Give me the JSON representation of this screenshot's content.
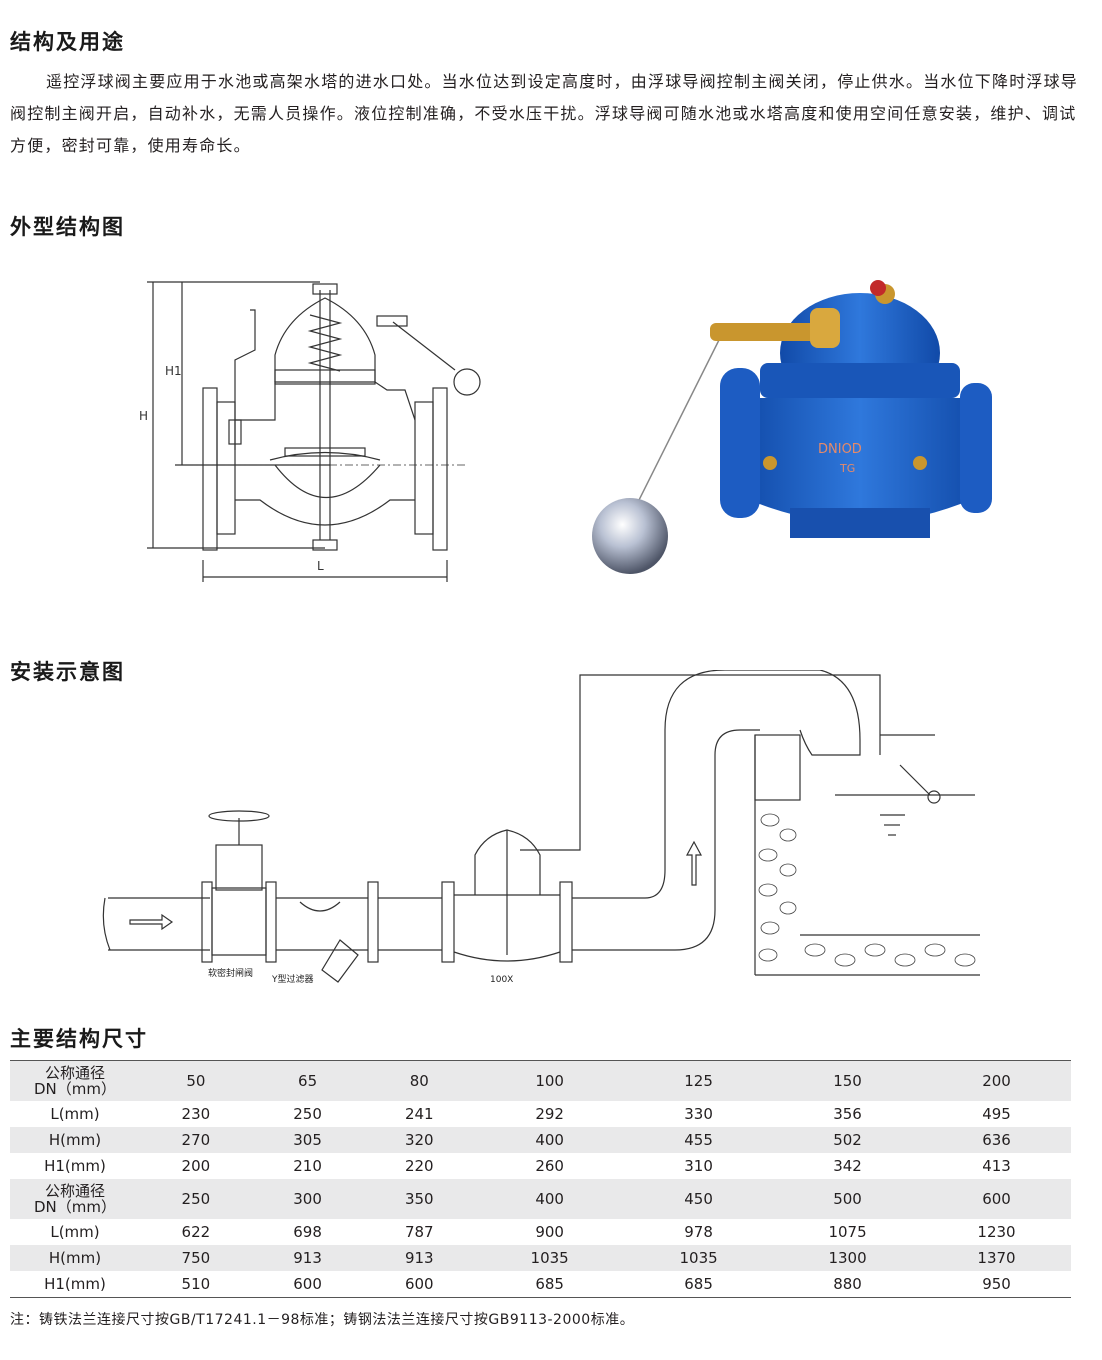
{
  "sections": {
    "purpose_title": "结构及用途",
    "purpose_text": "遥控浮球阀主要应用于水池或高架水塔的进水口处。当水位达到设定高度时，由浮球导阀控制主阀关闭，停止供水。当水位下降时浮球导阀控制主阀开启，自动补水，无需人员操作。液位控制准确，不受水压干扰。浮球导阀可随水池或水塔高度和使用空间任意安装，维护、调试方便，密封可靠，使用寿命长。",
    "structure_title": "外型结构图",
    "install_title": "安装示意图",
    "dims_title": "主要结构尺寸"
  },
  "drawing_labels": {
    "h": "H",
    "h1": "H1",
    "l": "L"
  },
  "photo_labels": {
    "brand": "DNIOD",
    "mark": "TG"
  },
  "install_labels": {
    "gate_valve": "软密封闸阀",
    "strainer": "Y型过滤器",
    "valve_model": "100X"
  },
  "table": {
    "rows": [
      {
        "label": "公称通径\nDN（mm）",
        "cells": [
          "50",
          "65",
          "80",
          "100",
          "125",
          "150",
          "200"
        ]
      },
      {
        "label": "L(mm)",
        "cells": [
          "230",
          "250",
          "241",
          "292",
          "330",
          "356",
          "495"
        ]
      },
      {
        "label": "H(mm)",
        "cells": [
          "270",
          "305",
          "320",
          "400",
          "455",
          "502",
          "636"
        ]
      },
      {
        "label": "H1(mm)",
        "cells": [
          "200",
          "210",
          "220",
          "260",
          "310",
          "342",
          "413"
        ]
      },
      {
        "label": "公称通径\nDN（mm）",
        "cells": [
          "250",
          "300",
          "350",
          "400",
          "450",
          "500",
          "600"
        ]
      },
      {
        "label": "L(mm)",
        "cells": [
          "622",
          "698",
          "787",
          "900",
          "978",
          "1075",
          "1230"
        ]
      },
      {
        "label": "H(mm)",
        "cells": [
          "750",
          "913",
          "913",
          "1035",
          "1035",
          "1300",
          "1370"
        ]
      },
      {
        "label": "H1(mm)",
        "cells": [
          "510",
          "600",
          "600",
          "685",
          "685",
          "880",
          "950"
        ]
      }
    ]
  },
  "note": "注：铸铁法兰连接尺寸按GB/T17241.1－98标准；铸钢法法兰连接尺寸按GB9113-2000标准。",
  "colors": {
    "valve_blue": "#1f63c9",
    "brass": "#c9962e",
    "table_shade": "#e9e9ea"
  }
}
